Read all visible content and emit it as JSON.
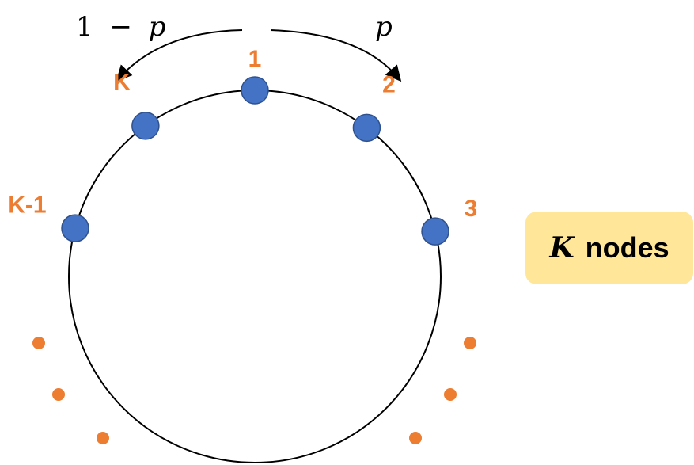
{
  "colors": {
    "node_fill": "#4472C4",
    "node_stroke": "#2F528F",
    "label": "#ED7D31",
    "ellipsis_dot": "#ED7D31",
    "ring": "#000000",
    "arrow": "#000000",
    "box_fill": "#FFE699",
    "text": "#000000"
  },
  "nodes": [
    {
      "id": "1",
      "label": "1",
      "angle_deg": 90
    },
    {
      "id": "2",
      "label": "2",
      "angle_deg": 53
    },
    {
      "id": "3",
      "label": "3",
      "angle_deg": 14
    },
    {
      "id": "K",
      "label": "K",
      "angle_deg": 126
    },
    {
      "id": "K-1",
      "label": "K-1",
      "angle_deg": 165
    }
  ],
  "transitions": {
    "clockwise": {
      "label": "p"
    },
    "counterclockwise": {
      "label_number": "1",
      "label_op": "−",
      "label_var": "p"
    }
  },
  "node_count": {
    "variable": "K",
    "text": "nodes"
  }
}
